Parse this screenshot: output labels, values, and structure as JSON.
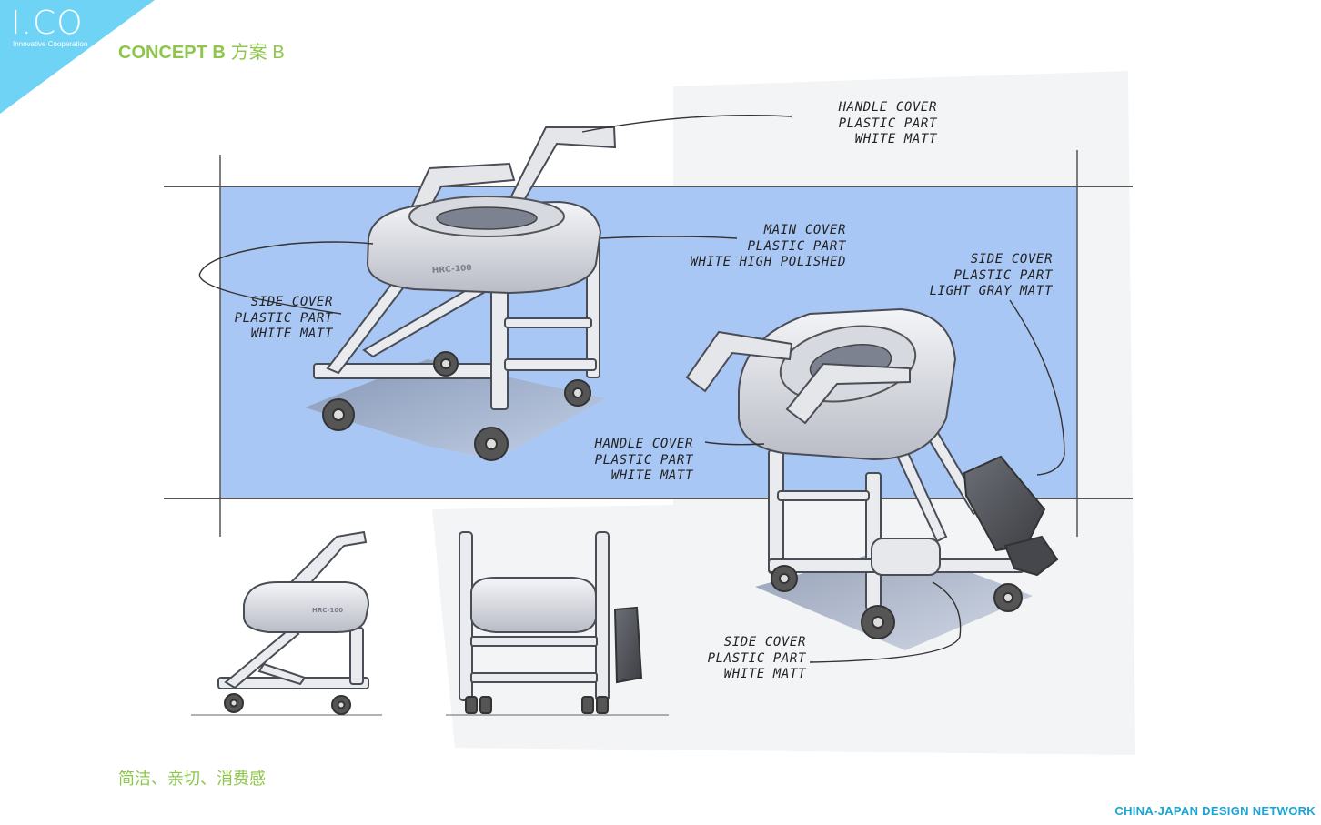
{
  "logo": {
    "main": "I.CO",
    "sub": "Innovative Cooperation"
  },
  "title": {
    "en": "CONCEPT B",
    "cn": "方案 B"
  },
  "tagline": "简洁、亲切、消费感",
  "footer": "CHINA-JAPAN DESIGN NETWORK",
  "product_mark": "HRC-100",
  "colors": {
    "accent_green": "#8dc64a",
    "accent_blue": "#1aa5d8",
    "corner_blue": "#6fd3f5",
    "backdrop_blue": "#a9c7f4"
  },
  "annotations": {
    "handle_cover_top": [
      "HANDLE COVER",
      "PLASTIC PART",
      "WHITE MATT"
    ],
    "main_cover": [
      "MAIN COVER",
      "PLASTIC PART",
      "WHITE HIGH POLISHED"
    ],
    "side_cover_right": [
      "SIDE COVER",
      "PLASTIC PART",
      "LIGHT GRAY MATT"
    ],
    "side_cover_left": [
      "SIDE COVER",
      "PLASTIC PART",
      "WHITE MATT"
    ],
    "handle_cover_mid": [
      "HANDLE COVER",
      "PLASTIC PART",
      "WHITE MATT"
    ],
    "side_cover_bottom": [
      "SIDE COVER",
      "PLASTIC PART",
      "WHITE MATT"
    ]
  }
}
